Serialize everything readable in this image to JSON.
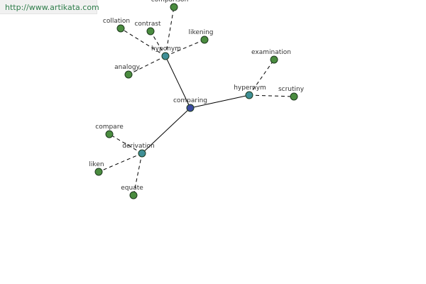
{
  "source_url": "http://www.artikata.com",
  "colors": {
    "center": "#3b4aa0",
    "category": "#3f8f96",
    "term": "#4a8c3f",
    "url_text": "#2e7d4a"
  },
  "graph": {
    "center": {
      "id": "comparing",
      "label": "comparing"
    },
    "categories": [
      {
        "id": "hyponym",
        "label": "hyponym"
      },
      {
        "id": "hypernym",
        "label": "hypernym"
      },
      {
        "id": "derivation",
        "label": "derivation"
      }
    ],
    "terms": [
      {
        "id": "comparison",
        "label": "comparison",
        "parent": "hyponym"
      },
      {
        "id": "collation",
        "label": "collation",
        "parent": "hyponym"
      },
      {
        "id": "contrast",
        "label": "contrast",
        "parent": "hyponym"
      },
      {
        "id": "likening",
        "label": "likening",
        "parent": "hyponym"
      },
      {
        "id": "analogy",
        "label": "analogy",
        "parent": "hyponym"
      },
      {
        "id": "examination",
        "label": "examination",
        "parent": "hypernym"
      },
      {
        "id": "scrutiny",
        "label": "scrutiny",
        "parent": "hypernym"
      },
      {
        "id": "compare",
        "label": "compare",
        "parent": "derivation"
      },
      {
        "id": "liken",
        "label": "liken",
        "parent": "derivation"
      },
      {
        "id": "equate",
        "label": "equate",
        "parent": "derivation"
      }
    ]
  }
}
